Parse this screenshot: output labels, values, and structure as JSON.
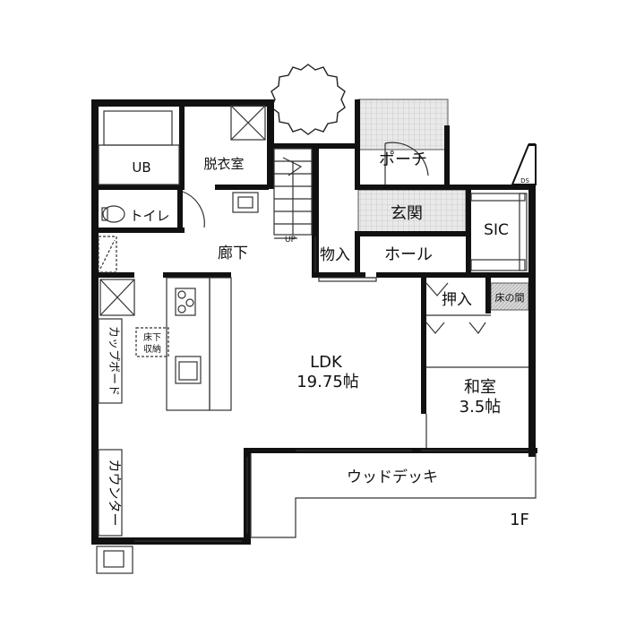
{
  "rooms": {
    "ub": "UB",
    "dressing": "脱衣室",
    "toilet": "トイレ",
    "hallway": "廊下",
    "storage": "物入",
    "hall": "ホール",
    "entrance": "玄関",
    "porch": "ポーチ",
    "sic": "SIC",
    "oshiire": "押入",
    "tokonoma": "床の間",
    "ldk_name": "LDK",
    "ldk_size": "19.75帖",
    "washitsu_name": "和室",
    "washitsu_size": "3.5帖",
    "deck": "ウッドデッキ",
    "cupboard": "カップボード",
    "counter": "カウンター",
    "underfloor": [
      "床下",
      "収納"
    ]
  },
  "marks": {
    "up": "UP",
    "ds": "DS",
    "floor": "1F"
  },
  "colors": {
    "wall": "#111111",
    "line": "#444444",
    "tile": "#c8c8c8",
    "floor_fill": "#eeeeee",
    "tree": "#ffffff"
  }
}
